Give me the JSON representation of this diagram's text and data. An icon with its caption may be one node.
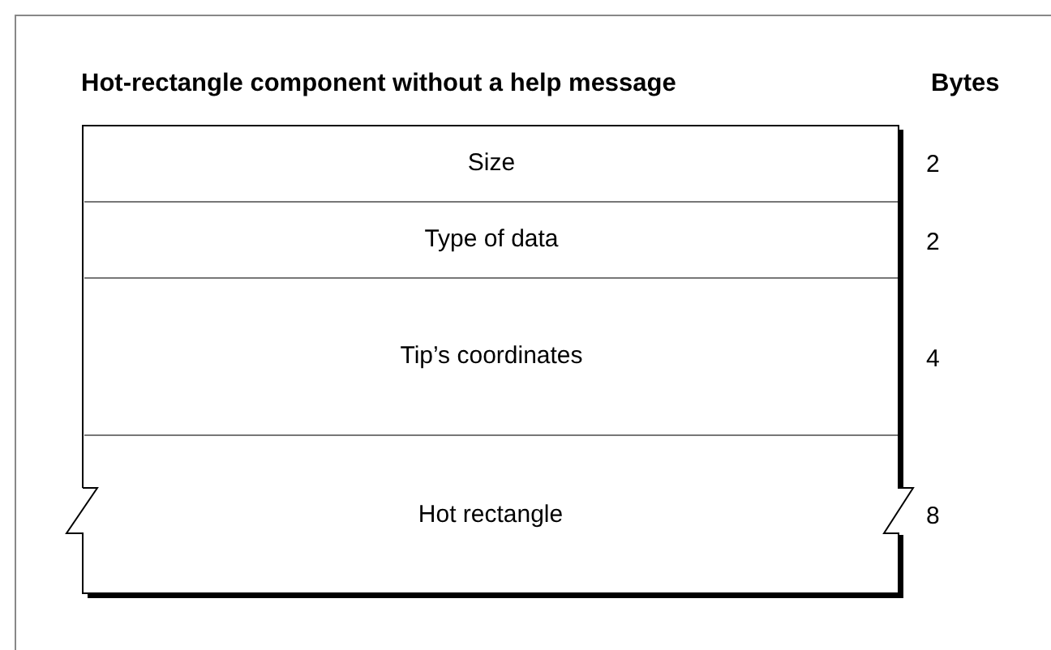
{
  "diagram": {
    "title": "Hot-rectangle component without a help message",
    "nodes": [
      {
        "text": [
          "Size"
        ]
      },
      {
        "text": [
          "Type of data"
        ]
      },
      {
        "text": [
          "Tip’s coordinates"
        ]
      },
      {
        "text": [
          "Hot rectangle"
        ]
      }
    ],
    "labels": [
      "Bytes",
      "2",
      "2",
      "4",
      "8"
    ]
  }
}
